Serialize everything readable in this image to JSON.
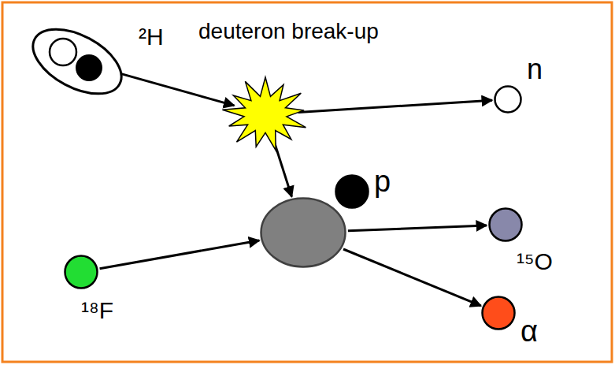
{
  "diagram": {
    "nodes": [
      {
        "text": [
          "²H"
        ]
      },
      {
        "text": [
          "deuteron break-up"
        ]
      },
      {
        "text": [
          "n"
        ]
      },
      {
        "text": [
          "p"
        ]
      },
      {
        "text": [
          "¹⁸F"
        ]
      },
      {
        "text": []
      },
      {
        "text": [
          "¹⁵O"
        ]
      },
      {
        "text": [
          "α"
        ]
      }
    ],
    "edges": [
      {
        "from": 0,
        "to": 1,
        "arrow": "to"
      },
      {
        "from": 1,
        "to": 2,
        "arrow": "to"
      },
      {
        "from": 1,
        "to": 5,
        "arrow": "to"
      },
      {
        "from": 4,
        "to": 5,
        "arrow": "to"
      },
      {
        "from": 5,
        "to": 6,
        "arrow": "to"
      },
      {
        "from": 5,
        "to": 7,
        "arrow": "to"
      }
    ]
  }
}
